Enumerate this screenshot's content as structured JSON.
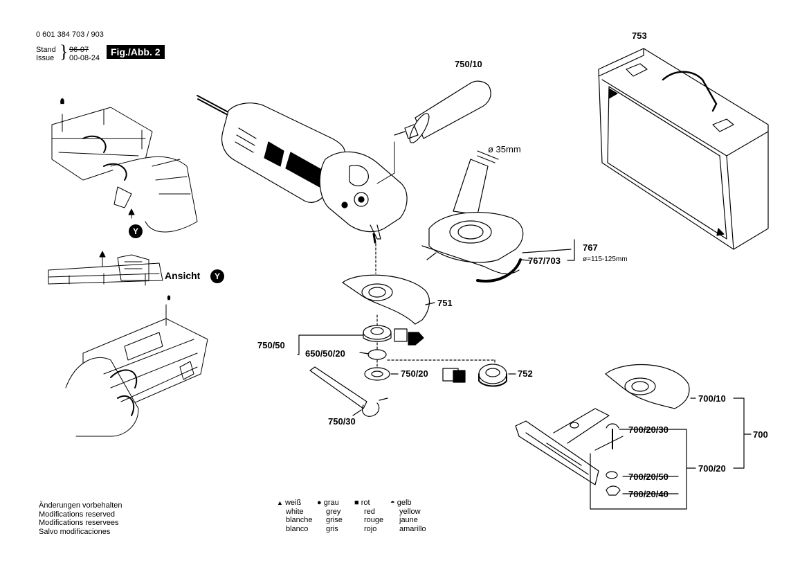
{
  "header": {
    "doc_number": "0 601 384 703 / 903",
    "stand_label": "Stand",
    "issue_label": "Issue",
    "stand_date": "96-07",
    "issue_date": "00-08-24",
    "figure_label": "Fig./Abb. 2"
  },
  "view": {
    "label": "Ansicht",
    "marker": "Y"
  },
  "parts": {
    "p753": "753",
    "p750_10": "750/10",
    "diameter_35": "ø 35mm",
    "p767": "767",
    "p767_703": "767/703",
    "diameter_range": "ø=115-125mm",
    "p751": "751",
    "p750_50": "750/50",
    "p650_50_20": "650/50/20",
    "p750_20": "750/20",
    "p752": "752",
    "p750_30": "750/30",
    "p700_10": "700/10",
    "p700": "700",
    "p700_20_30": "700/20/30",
    "p700_20": "700/20",
    "p700_20_50": "700/20/50",
    "p700_20_40": "700/20/40"
  },
  "footer": {
    "lines": [
      "Änderungen vorbehalten",
      "Modifications reserved",
      "Modifications reservees",
      "Salvo modificaciones"
    ]
  },
  "legend": {
    "white": {
      "symbol": "▲",
      "de": "weiß",
      "en": "white",
      "fr": "blanche",
      "es": "blanco"
    },
    "grey": {
      "symbol": "●",
      "de": "grau",
      "en": "grey",
      "fr": "grise",
      "es": "gris"
    },
    "red": {
      "symbol": "■",
      "de": "rot",
      "en": "red",
      "fr": "rouge",
      "es": "rojo"
    },
    "yellow": {
      "symbol": "◓",
      "de": "gelb",
      "en": "yellow",
      "fr": "jaune",
      "es": "amarillo"
    }
  }
}
